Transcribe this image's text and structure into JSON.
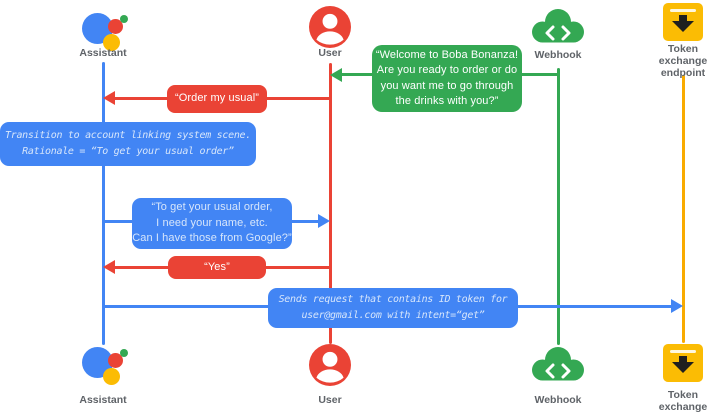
{
  "actors": {
    "assistant": {
      "label": "Assistant"
    },
    "user": {
      "label": "User"
    },
    "webhook": {
      "label": "Webhook"
    },
    "token": {
      "label": "Token exchange\nendpoint"
    }
  },
  "messages": {
    "welcome": {
      "text": "“Welcome to Boba Bonanza!\nAre you ready to order or do\nyou want me to go through\nthe drinks with you?”",
      "from": "Webhook",
      "to": "User"
    },
    "order_my_usual": {
      "text": "“Order my usual”",
      "from": "User",
      "to": "Assistant"
    },
    "transition_note": {
      "text": "Transition to account linking system scene.\nRationale = “To get your usual order”",
      "attached_to": "Assistant"
    },
    "ask_google": {
      "text": "“To get your usual order,\nI need your name, etc.\nCan I have those from Google?”",
      "from": "Assistant",
      "to": "User"
    },
    "yes": {
      "text": "“Yes”",
      "from": "User",
      "to": "Assistant"
    },
    "sends_request": {
      "text": "Sends request that contains ID token for\nuser@gmail.com with intent=“get”",
      "from": "Assistant",
      "to": "Token exchange endpoint"
    }
  },
  "colors": {
    "blue": "#4285f4",
    "red": "#ea4335",
    "green": "#34a853",
    "yellow": "#fbbc04",
    "amber": "#f9ab00",
    "label_gray": "#5f6368",
    "light_blue_text": "#d7e6fb"
  }
}
